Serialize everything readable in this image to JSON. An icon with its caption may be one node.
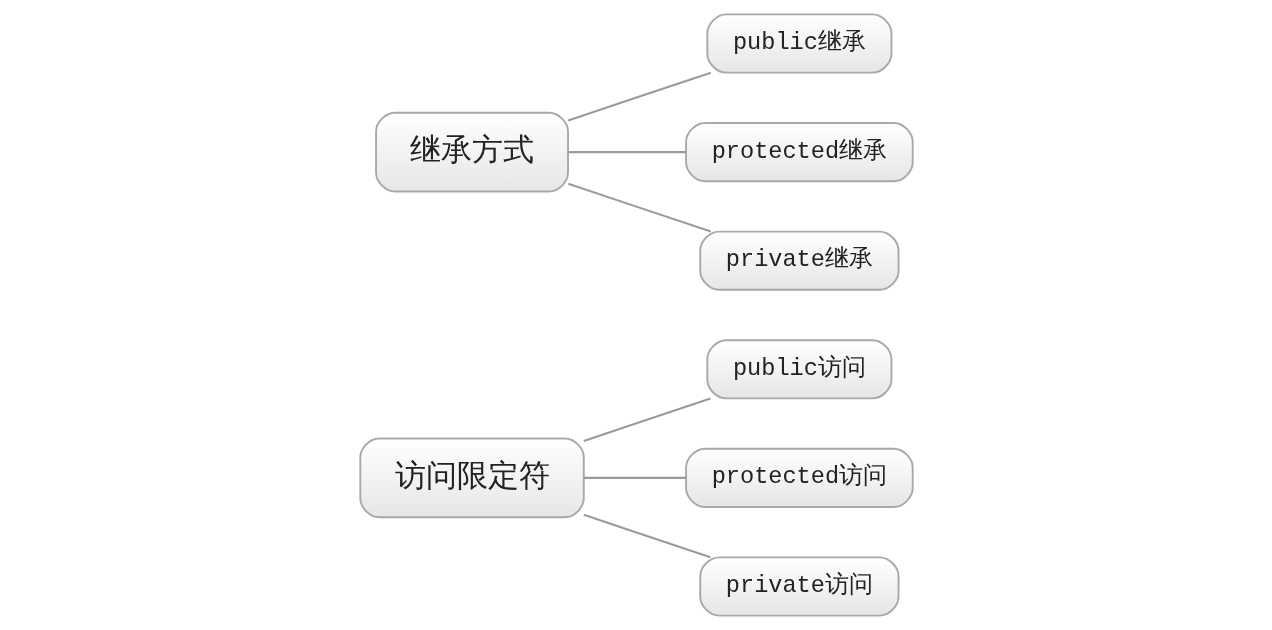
{
  "diagram": {
    "nodes": [
      {
        "text": [
          "继承方式"
        ]
      },
      {
        "text": [
          "public继承"
        ]
      },
      {
        "text": [
          "protected继承"
        ]
      },
      {
        "text": [
          "private继承"
        ]
      },
      {
        "text": [
          "访问限定符"
        ]
      },
      {
        "text": [
          "public访问"
        ]
      },
      {
        "text": [
          "protected访问"
        ]
      },
      {
        "text": [
          "private访问"
        ]
      }
    ],
    "edges": [
      {
        "from": 0,
        "to": 1,
        "arrow": "none"
      },
      {
        "from": 0,
        "to": 2,
        "arrow": "none"
      },
      {
        "from": 0,
        "to": 3,
        "arrow": "none"
      },
      {
        "from": 4,
        "to": 5,
        "arrow": "none"
      },
      {
        "from": 4,
        "to": 6,
        "arrow": "none"
      },
      {
        "from": 4,
        "to": 7,
        "arrow": "none"
      }
    ]
  }
}
